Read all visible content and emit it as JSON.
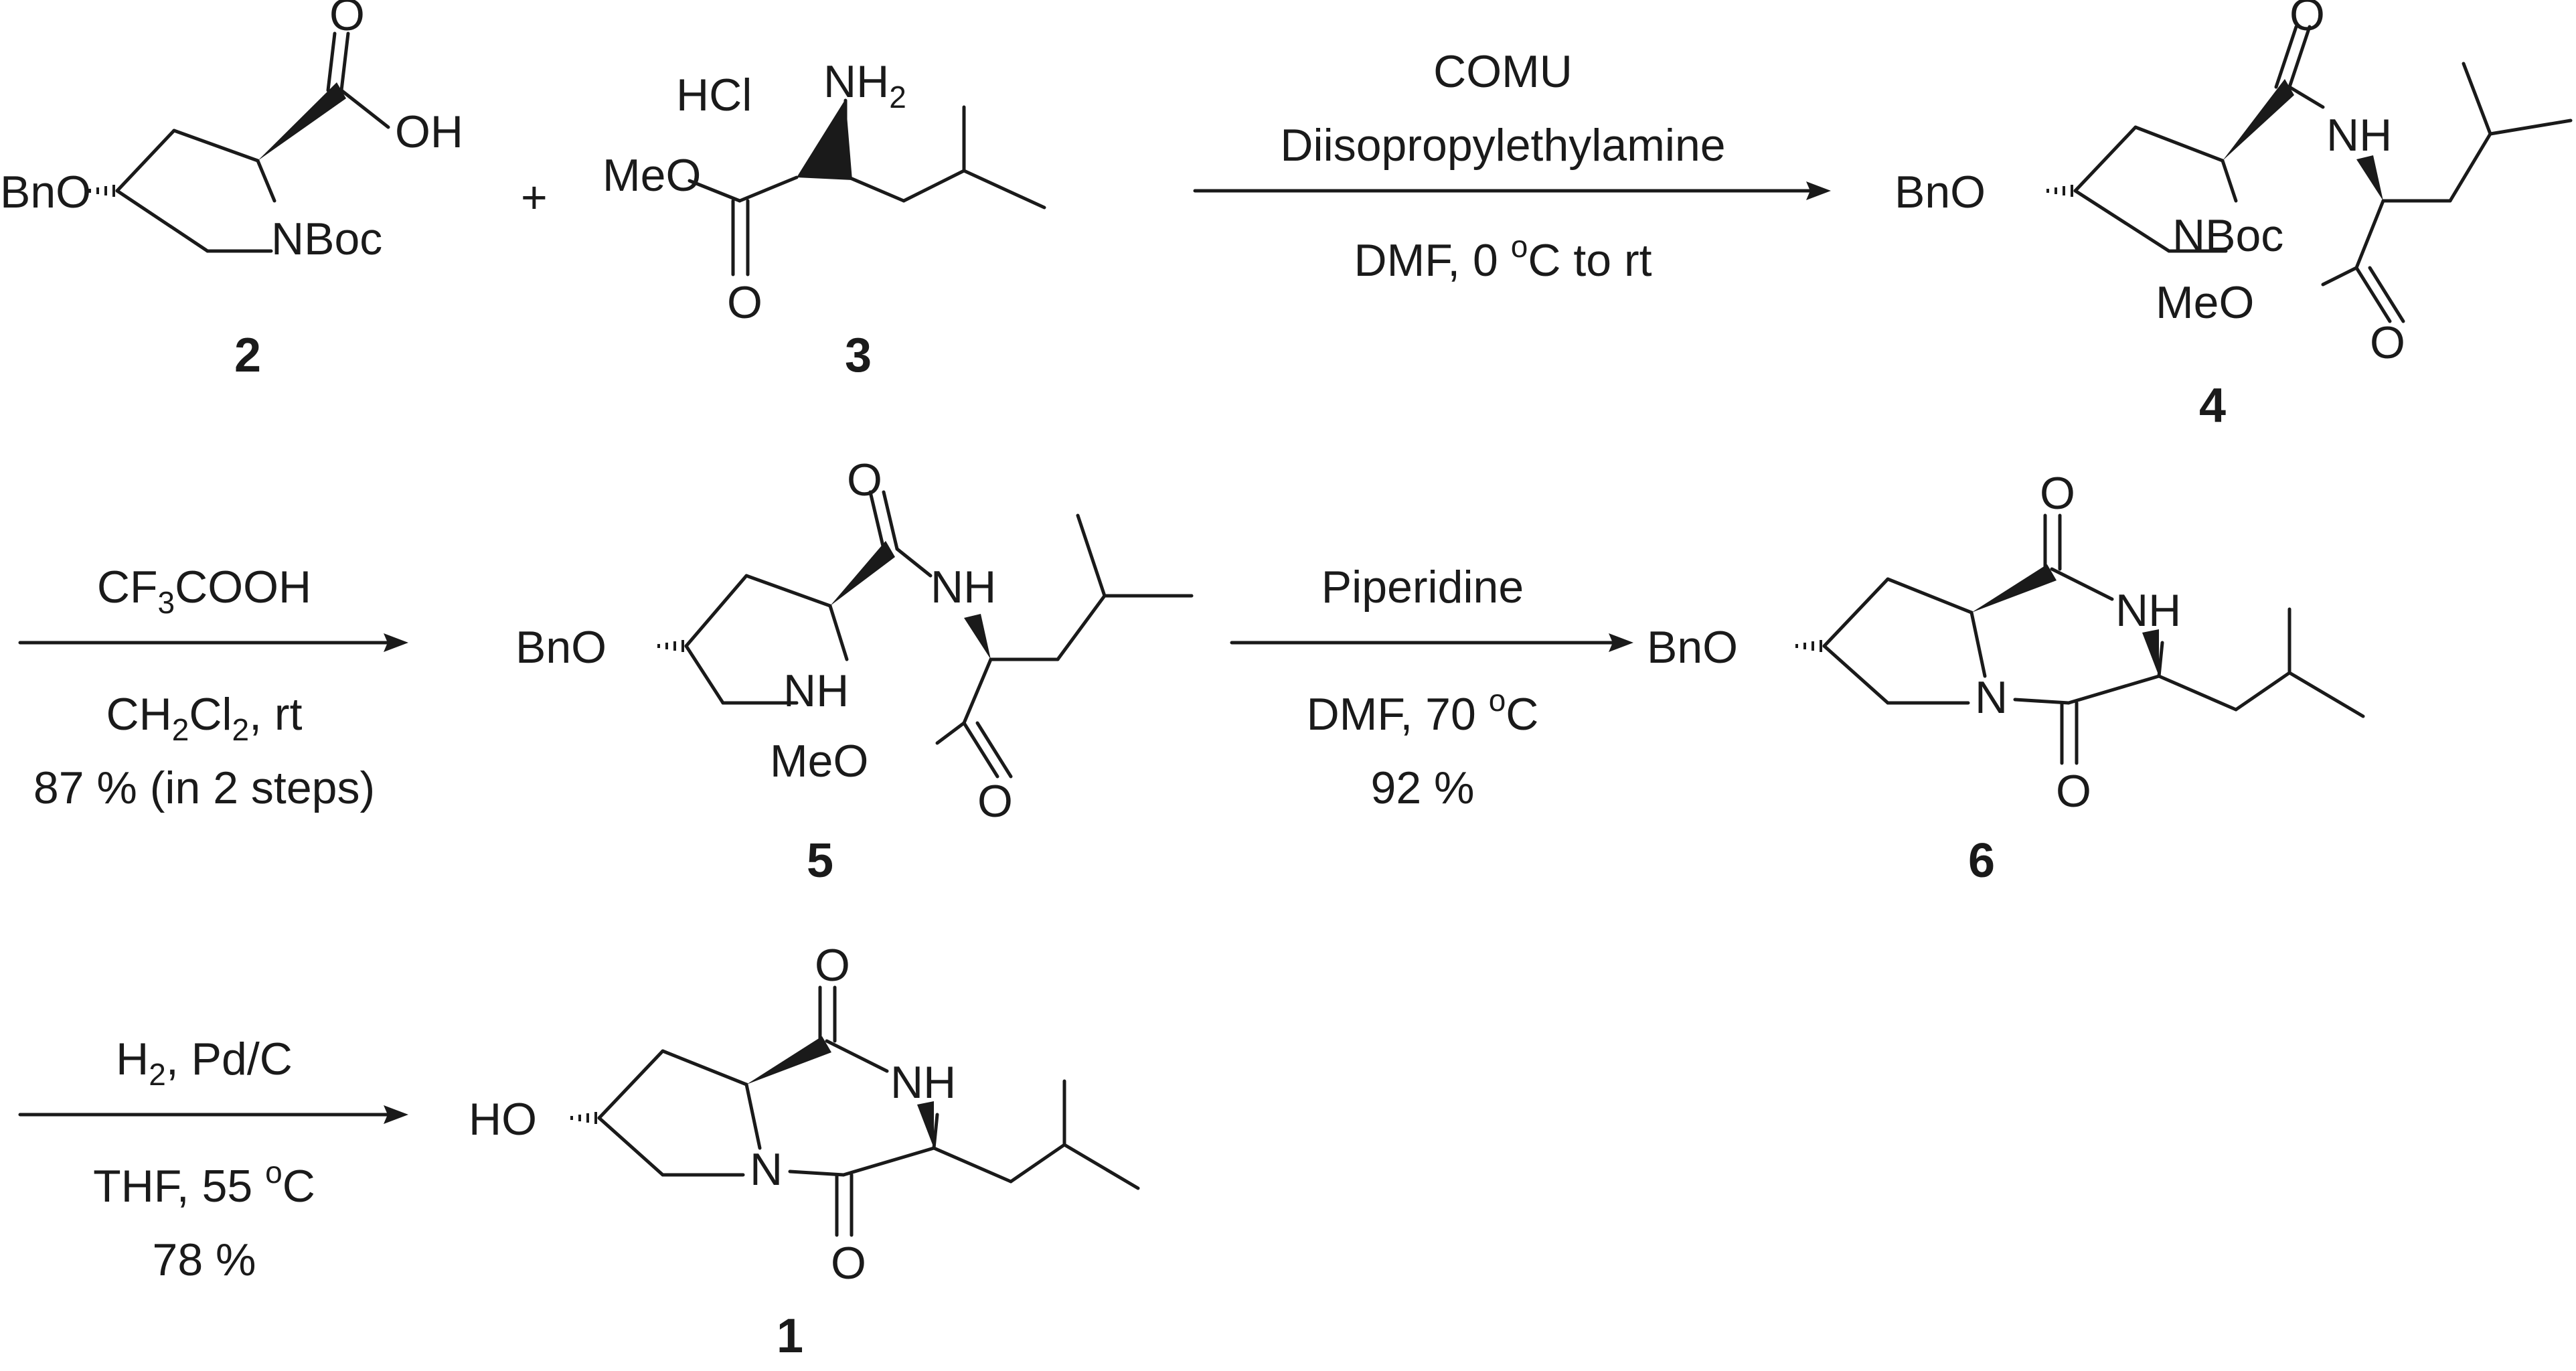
{
  "scheme": {
    "plus_sign": "+",
    "compounds": {
      "c2": {
        "number": "2",
        "bno": "BnO",
        "oh": "OH",
        "o": "O",
        "nboc": "NBoc"
      },
      "c3": {
        "number": "3",
        "hcl": "HCl",
        "nh2": "NH",
        "nh2_sub": "2",
        "meo": "MeO",
        "o": "O"
      },
      "c4": {
        "number": "4",
        "bno": "BnO",
        "o_top": "O",
        "nh": "NH",
        "nboc": "NBoc",
        "meo": "MeO",
        "o_bottom": "O"
      },
      "c5": {
        "number": "5",
        "bno": "BnO",
        "o_top": "O",
        "nh_amide": "NH",
        "nh_ring": "NH",
        "meo": "MeO",
        "o_bottom": "O"
      },
      "c6": {
        "number": "6",
        "bno": "BnO",
        "o_top": "O",
        "nh": "NH",
        "n": "N",
        "o_bottom": "O"
      },
      "c1": {
        "number": "1",
        "ho": "HO",
        "o_top": "O",
        "nh": "NH",
        "n": "N",
        "o_bottom": "O"
      }
    },
    "steps": [
      {
        "above": [
          "COMU",
          "Diisopropylethylamine"
        ],
        "below": {
          "pre": "DMF, 0 ",
          "sup": "o",
          "post": "C to rt"
        }
      },
      {
        "above": {
          "pre": "CF",
          "sub": "3",
          "post": "COOH"
        },
        "below_line1": {
          "a": "CH",
          "sub1": "2",
          "b": "Cl",
          "sub2": "2",
          "c": ", rt"
        },
        "below_line2": "87 % (in 2 steps)"
      },
      {
        "above": "Piperidine",
        "below_line1": {
          "pre": "DMF, 70 ",
          "sup": "o",
          "post": "C"
        },
        "below_line2": "92 %"
      },
      {
        "above": {
          "pre": "H",
          "sub": "2",
          "post": ", Pd/C"
        },
        "below_line1": {
          "pre": "THF, 55 ",
          "sup": "o",
          "post": "C"
        },
        "below_line2": "78 %"
      }
    ]
  }
}
